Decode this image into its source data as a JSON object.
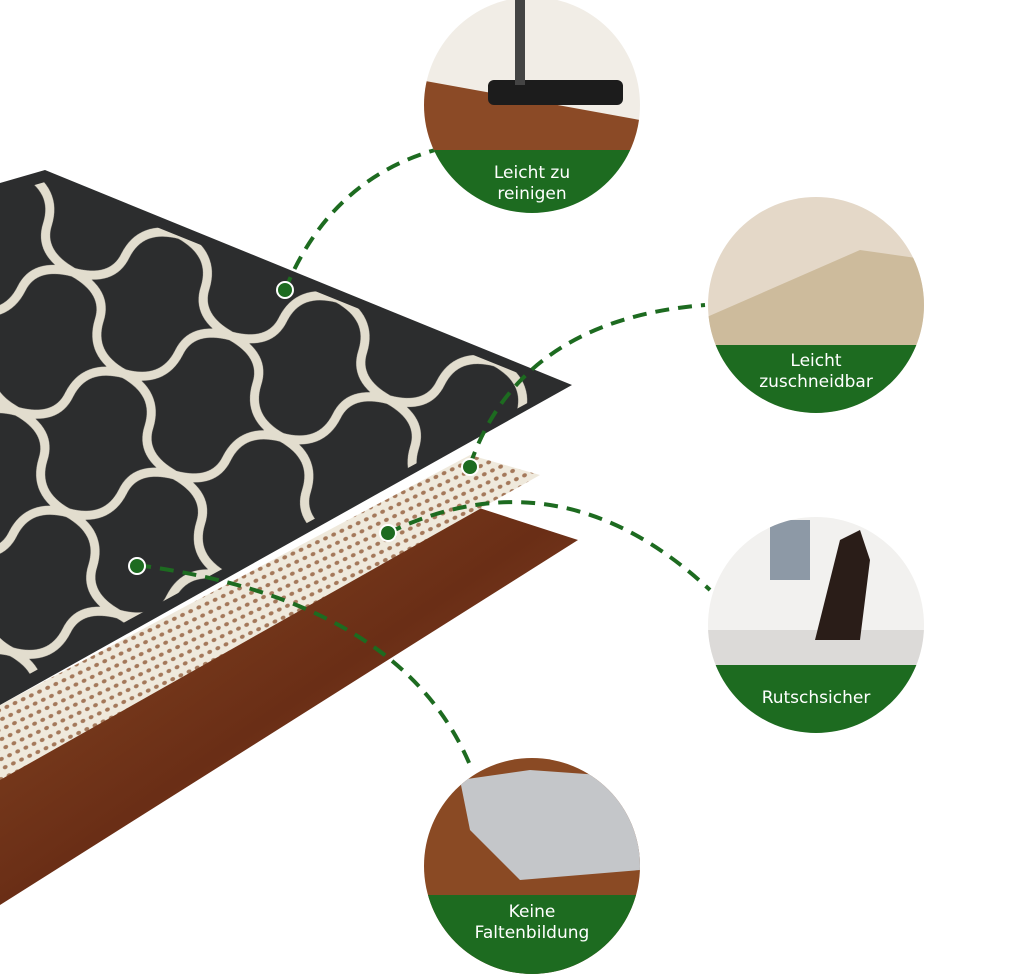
{
  "colors": {
    "green": "#1d6b20",
    "rug": "#2c2d2e",
    "pattern": "#ece6d6",
    "pad": "#efe9dc",
    "wood": "#7a3a1c"
  },
  "features": [
    {
      "line1": "Leicht zu",
      "line2": "reinigen",
      "icon": "vacuum-photo"
    },
    {
      "line1": "Leicht",
      "line2": "zuschneidbar",
      "icon": "scissors-photo"
    },
    {
      "line1": "Rutschsicher",
      "line2": "",
      "icon": "dog-photo"
    },
    {
      "line1": "Keine",
      "line2": "Faltenbildung",
      "icon": "folded-rug-photo"
    }
  ]
}
